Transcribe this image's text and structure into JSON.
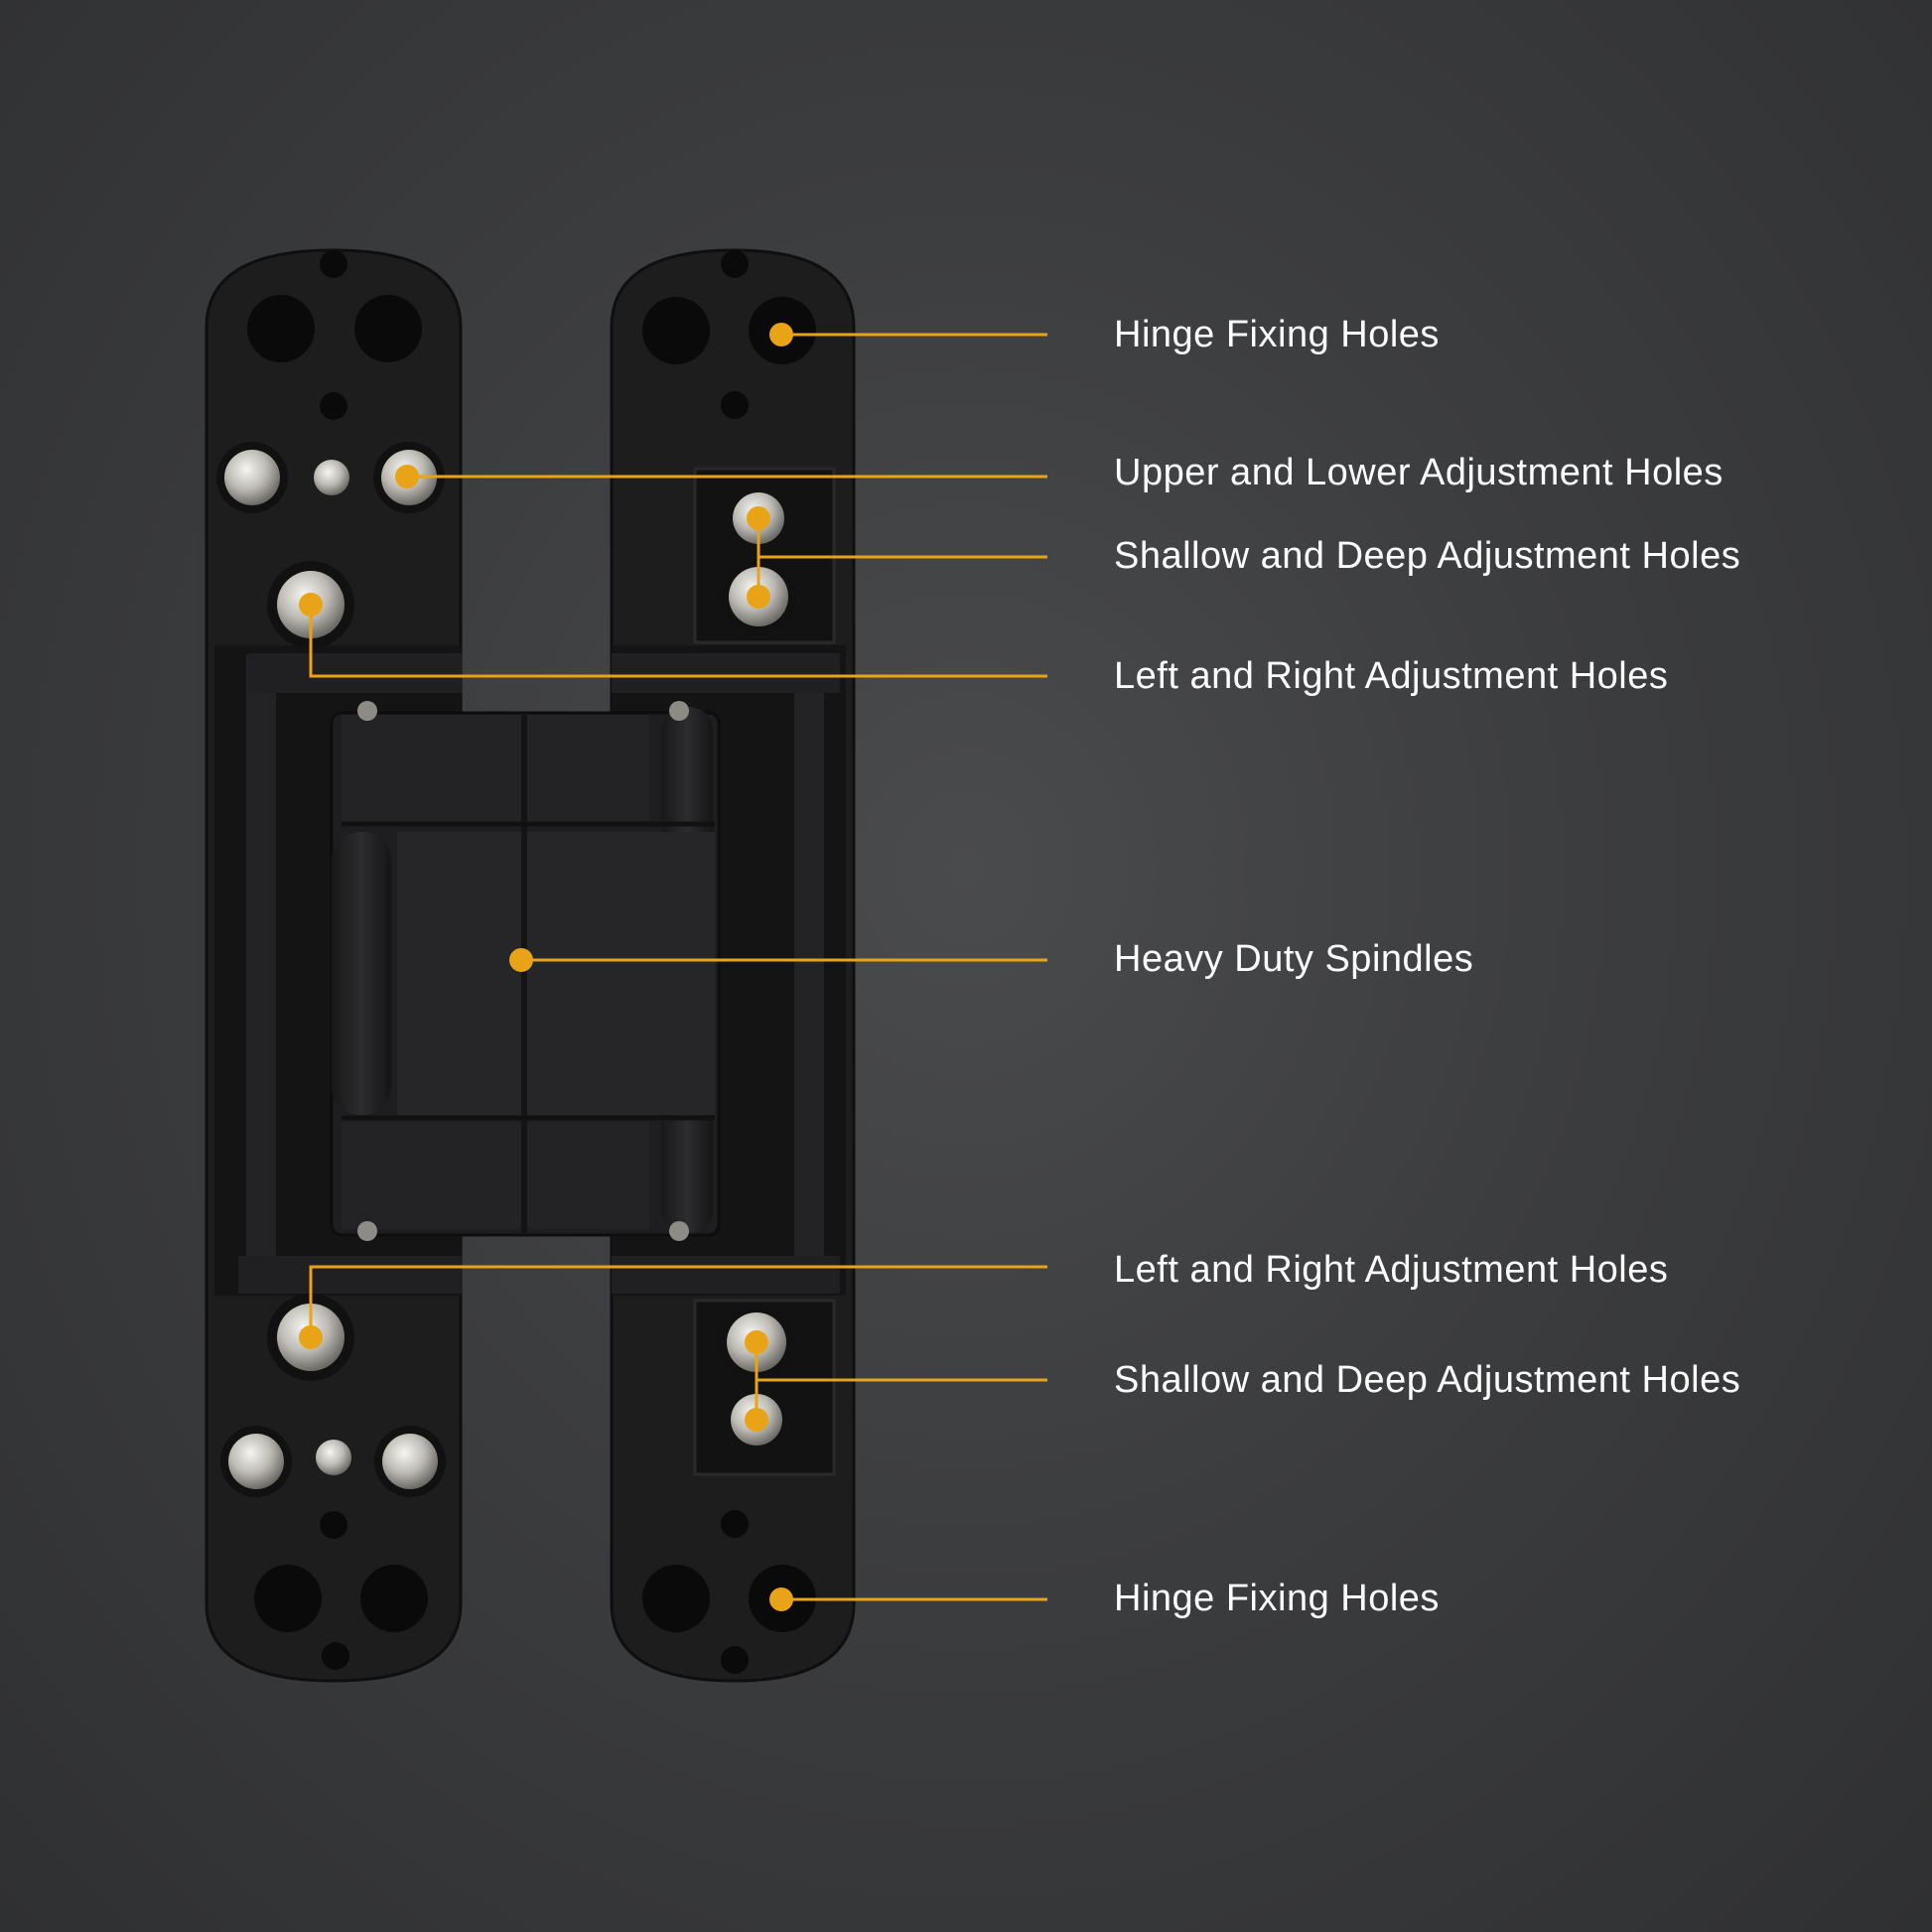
{
  "colors": {
    "accent": "#e8a317",
    "hinge_body": "#1c1c1d",
    "label_text": "#ffffff",
    "background": "#3d3e40"
  },
  "callouts": [
    {
      "id": "hinge-fixing-top",
      "label": "Hinge Fixing Holes"
    },
    {
      "id": "upper-lower-adjust",
      "label": "Upper and Lower Adjustment Holes"
    },
    {
      "id": "shallow-deep-top",
      "label": "Shallow and Deep Adjustment Holes"
    },
    {
      "id": "left-right-top",
      "label": "Left and Right Adjustment Holes"
    },
    {
      "id": "heavy-duty-spindles",
      "label": "Heavy Duty Spindles"
    },
    {
      "id": "left-right-bottom",
      "label": "Left and Right Adjustment Holes"
    },
    {
      "id": "shallow-deep-bottom",
      "label": "Shallow and Deep Adjustment Holes"
    },
    {
      "id": "hinge-fixing-bottom",
      "label": "Hinge Fixing Holes"
    }
  ]
}
